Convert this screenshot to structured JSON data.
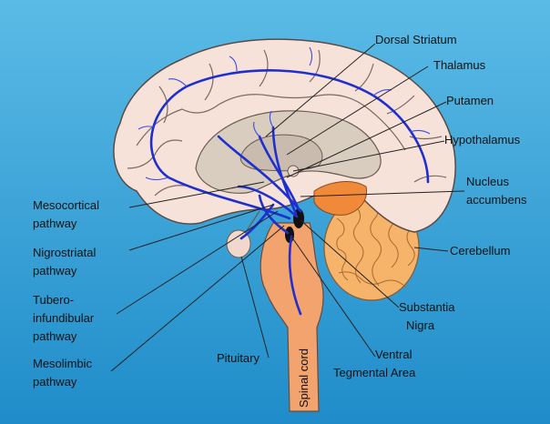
{
  "colors": {
    "background_top": "#4fb3e0",
    "background_bottom": "#1f8cc9",
    "brain_fill": "#f6e2d9",
    "brain_stroke": "#5a4a44",
    "inner_fill": "#d9cdbf",
    "brainstem_fill": "#f3a36e",
    "cerebellum_fill": "#f6b46a",
    "pathway": "#1f2fcf",
    "label_line": "#222222"
  },
  "labels": {
    "dorsal_striatum": "Dorsal Striatum",
    "thalamus": "Thalamus",
    "putamen": "Putamen",
    "hypothalamus": "Hypothalamus",
    "nucleus_accumbens": [
      "Nucleus",
      "accumbens"
    ],
    "cerebellum": "Cerebellum",
    "substantia_nigra": [
      "Substantia",
      "Nigra"
    ],
    "ventral_tegmental_area": [
      "Ventral",
      "Tegmental Area"
    ],
    "pituitary": "Pituitary",
    "spinal_cord": "Spinal cord",
    "mesocortical_pathway": [
      "Mesocortical",
      "pathway"
    ],
    "nigrostriatal_pathway": [
      "Nigrostriatal",
      "pathway"
    ],
    "tuberoinfundibular_pathway": [
      "Tubero-",
      "infundibular",
      "pathway"
    ],
    "mesolimbic_pathway": [
      "Mesolimbic",
      "pathway"
    ]
  }
}
